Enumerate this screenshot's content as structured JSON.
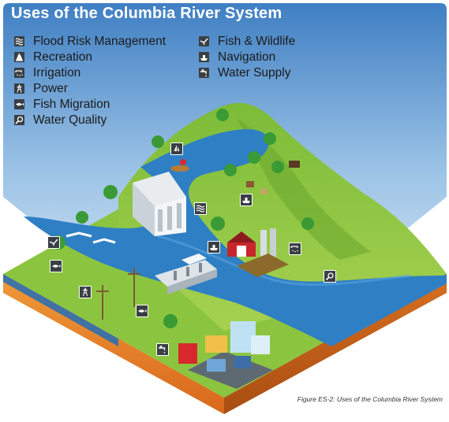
{
  "title": "Uses of the Columbia River System",
  "legend": {
    "left": [
      {
        "icon": "waves-icon",
        "label": "Flood Risk Management"
      },
      {
        "icon": "sailboat-icon",
        "label": "Recreation"
      },
      {
        "icon": "irrigation-icon",
        "label": "Irrigation"
      },
      {
        "icon": "power-tower-icon",
        "label": "Power"
      },
      {
        "icon": "fish-icon",
        "label": "Fish Migration"
      },
      {
        "icon": "magnifier-icon",
        "label": "Water Quality"
      }
    ],
    "right": [
      {
        "icon": "bird-icon",
        "label": "Fish & Wildlife"
      },
      {
        "icon": "ship-icon",
        "label": "Navigation"
      },
      {
        "icon": "faucet-icon",
        "label": "Water Supply"
      }
    ]
  },
  "caption": "Figure ES-2: Uses of the Columbia River System",
  "colors": {
    "sky_top": "#3f7fc3",
    "sky_bottom": "#e2eef8",
    "grass": "#8bc53f",
    "grass_dark": "#5f9e2c",
    "water": "#2f7fc4",
    "soil": "#e9832a",
    "soil_dark": "#b95a18",
    "icon_bg": "#3a3f44"
  }
}
